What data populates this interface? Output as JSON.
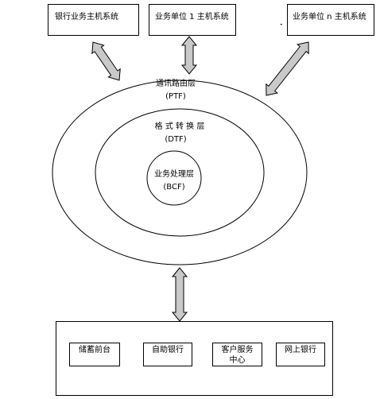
{
  "top_systems": [
    {
      "label": "银行业务主机系统"
    },
    {
      "label": "业务单位 1 主机系统"
    },
    {
      "label": "业务单位 n 主机系统"
    }
  ],
  "ellipsis_marker": "•",
  "layers": {
    "outer": {
      "name": "通讯路由层",
      "code": "(PTF)"
    },
    "middle": {
      "name": "格 式 转 换 层",
      "code": "(DTF)"
    },
    "inner": {
      "name": "业务处理层",
      "code": "(BCF)"
    }
  },
  "channels": [
    {
      "label_line1": "储蓄前台",
      "label_line2": ""
    },
    {
      "label_line1": "自助银行",
      "label_line2": ""
    },
    {
      "label_line1": "客户服务",
      "label_line2": "中心"
    },
    {
      "label_line1": "网上银行",
      "label_line2": ""
    }
  ],
  "colors": {
    "arrow_fill": "#c9c9c9",
    "stroke": "#000000"
  }
}
